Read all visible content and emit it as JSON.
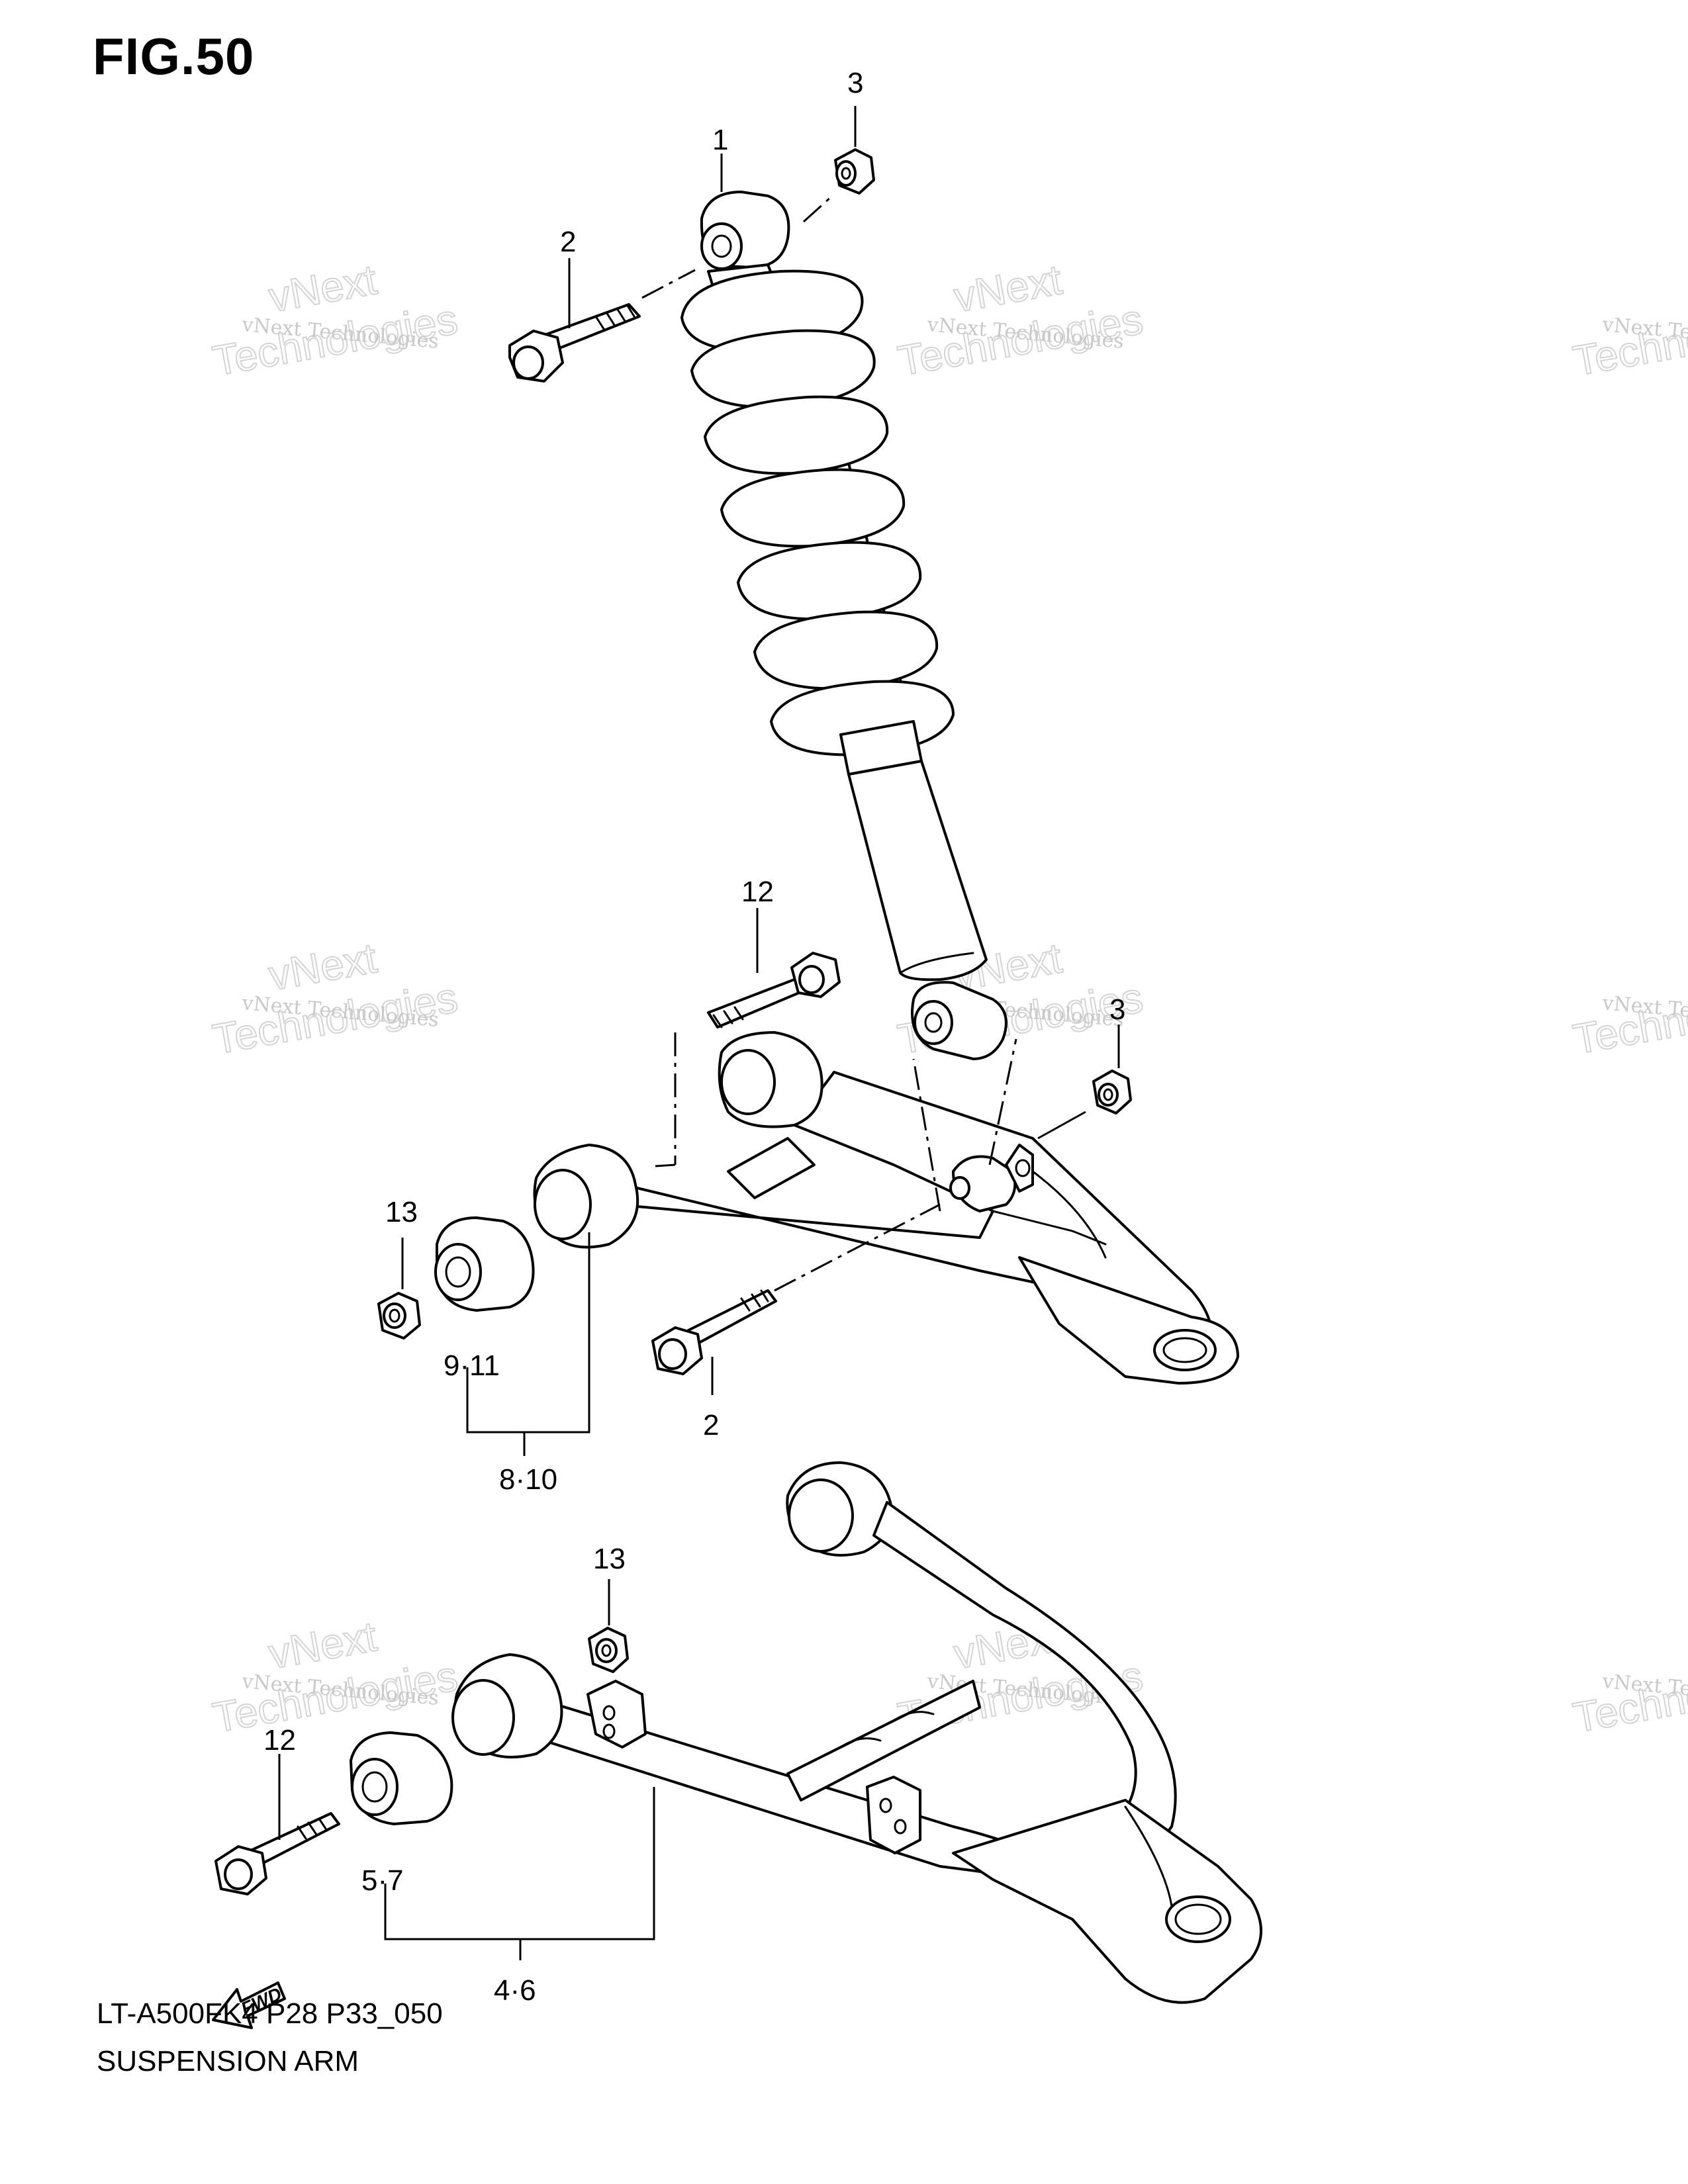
{
  "figure": {
    "title": "FIG.50",
    "model_code": "LT-A500FK4 P28 P33_050",
    "subtitle": "SUSPENSION ARM"
  },
  "watermark": {
    "line1": "vNext Technologies",
    "line2": "Technologies",
    "line3": "vNext"
  },
  "callouts": {
    "c1": "1",
    "c2_top": "2",
    "c3_top": "3",
    "c12_upper": "12",
    "c3_mid": "3",
    "c13_upper": "13",
    "c9_11": "9·11",
    "c2_mid": "2",
    "c8_10": "8·10",
    "c13_lower": "13",
    "c12_lower": "12",
    "c5_7": "5·7",
    "c4_6": "4·6"
  },
  "fwd_label": "FWD",
  "icons": [
    "fwd-arrow-icon"
  ]
}
